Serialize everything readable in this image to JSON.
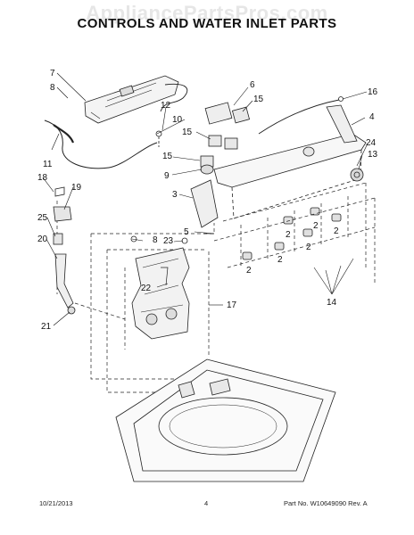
{
  "watermark": "AppliancePartsPros.com",
  "title": "CONTROLS AND WATER INLET PARTS",
  "callouts": {
    "c2a": "2",
    "c2b": "2",
    "c2c": "2",
    "c2d": "2",
    "c2e": "2",
    "c2f": "2",
    "c3": "3",
    "c4": "4",
    "c5": "5",
    "c6": "6",
    "c7": "7",
    "c8a": "8",
    "c8b": "8",
    "c9": "9",
    "c10": "10",
    "c11": "11",
    "c12": "12",
    "c13": "13",
    "c14": "14",
    "c15a": "15",
    "c15b": "15",
    "c15c": "15",
    "c16": "16",
    "c17": "17",
    "c18": "18",
    "c19": "19",
    "c20": "20",
    "c21": "21",
    "c22": "22",
    "c23": "23",
    "c24": "24",
    "c25": "25"
  },
  "footer": {
    "date": "10/21/2013",
    "page": "4",
    "part_no": "Part No. W10649090  Rev. A"
  }
}
